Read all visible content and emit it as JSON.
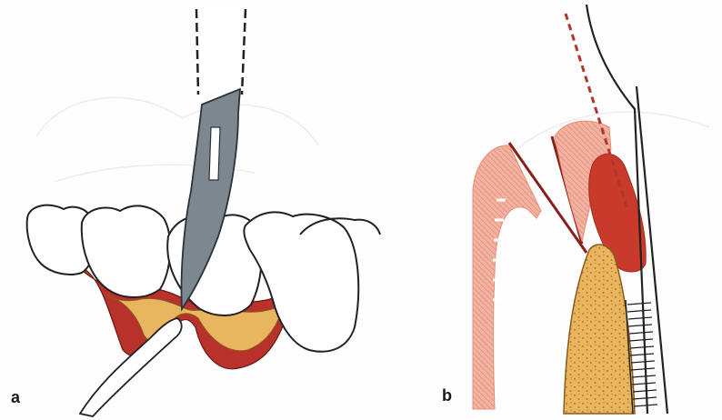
{
  "panels": [
    {
      "id": "a",
      "label": "a"
    },
    {
      "id": "b",
      "label": "b"
    }
  ],
  "colors": {
    "background": "#fdfdfd",
    "outline": "#2a2a2a",
    "blade": "#7c8790",
    "gingiva_red": "#b8312a",
    "gingiva_light": "#eaa08c",
    "bone_yellow": "#e8b65e",
    "bone_texture": "#c28a3a",
    "dashed_line": "#b2352c"
  }
}
